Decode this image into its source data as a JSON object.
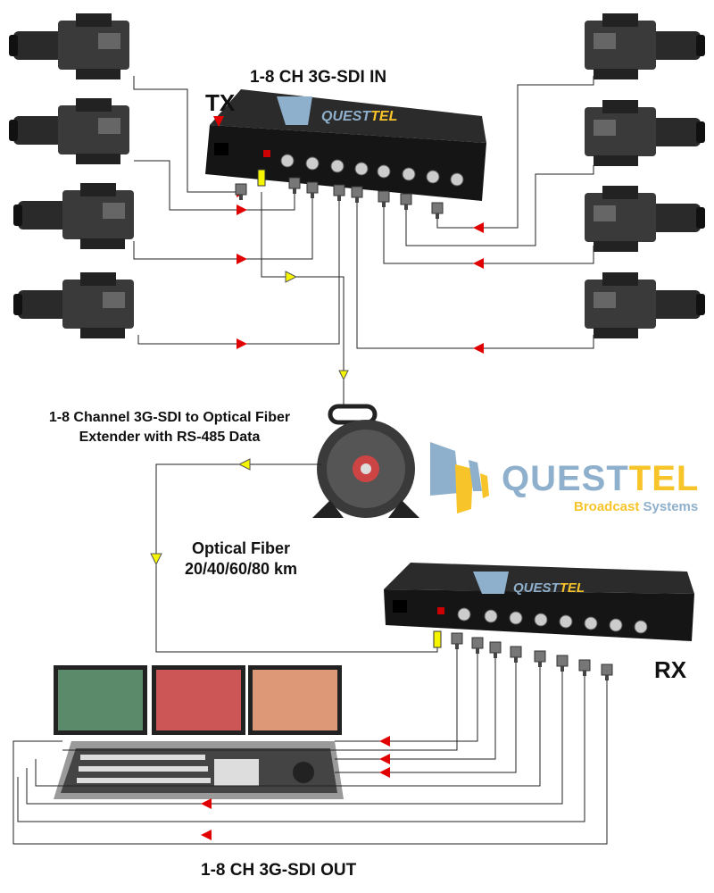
{
  "labels": {
    "tx_title": "1-8 CH 3G-SDI IN",
    "tx": "TX",
    "rx": "RX",
    "extender_line1": "1-8 Channel 3G-SDI to Optical Fiber",
    "extender_line2": "Extender with RS-485 Data",
    "fiber_line1": "Optical Fiber",
    "fiber_line2": "20/40/60/80 km",
    "out_title": "1-8 CH 3G-SDI OUT"
  },
  "logo": {
    "quest": "QUEST",
    "tel": "TEL",
    "broadcast": "Broadcast",
    "systems": "Systems"
  },
  "colors": {
    "logo_blue": "#8fb0cc",
    "logo_yellow": "#f7c42a",
    "arrow_red": "#e00000",
    "arrow_yellow": "#f5f500",
    "device": "#1c1c1c"
  }
}
